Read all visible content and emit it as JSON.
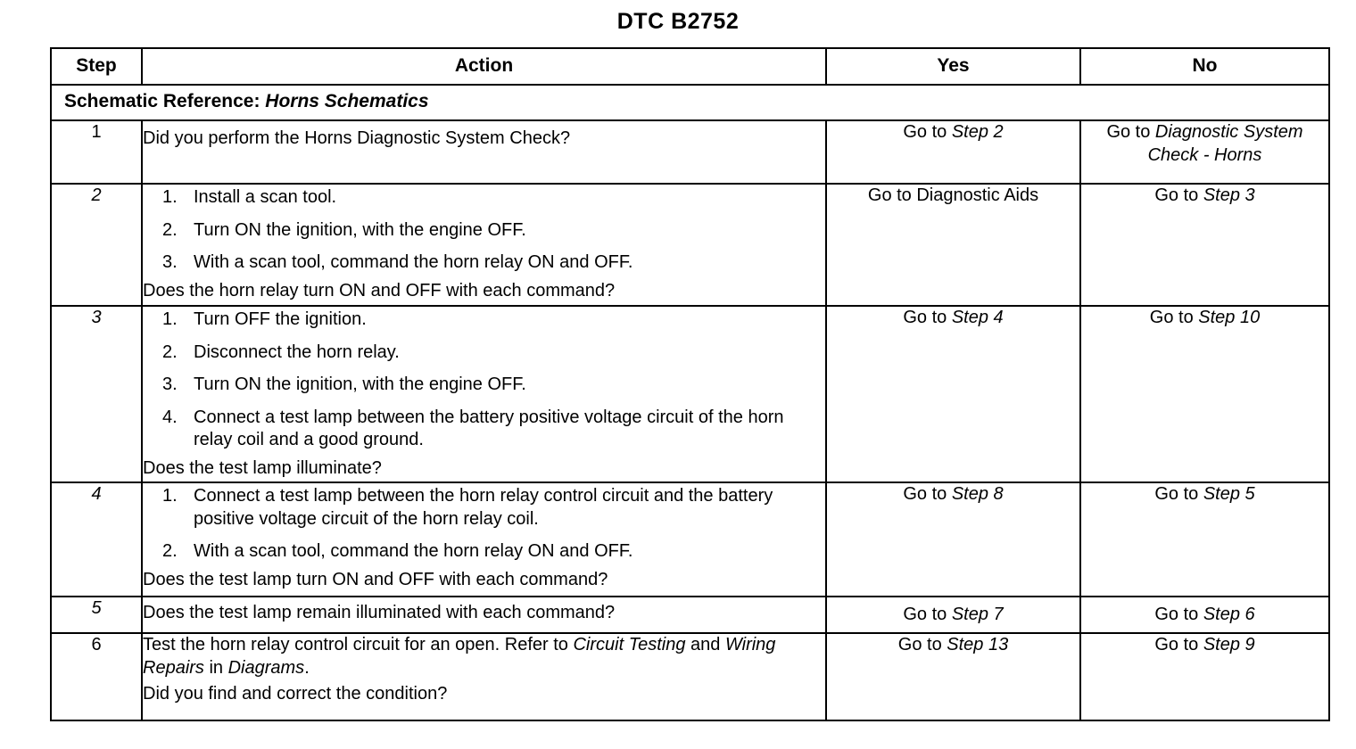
{
  "document": {
    "title": "DTC B2752"
  },
  "table": {
    "columns": [
      {
        "key": "step",
        "label": "Step"
      },
      {
        "key": "action",
        "label": "Action"
      },
      {
        "key": "yes",
        "label": "Yes"
      },
      {
        "key": "no",
        "label": "No"
      }
    ],
    "schematic_reference": {
      "label": "Schematic Reference:",
      "value": "Horns Schematics"
    },
    "rows": [
      {
        "step": "1",
        "step_italic": false,
        "lead": "Did you perform the Horns Diagnostic System Check?",
        "substeps": [],
        "closing": "",
        "yes": {
          "prefix": "Go to ",
          "ref": "Step 2"
        },
        "no": {
          "prefix": "Go to ",
          "ref": "Diagnostic System Check - Horns"
        }
      },
      {
        "step": "2",
        "step_italic": true,
        "lead": "",
        "substeps": [
          {
            "num": "1.",
            "text": "Install a scan tool."
          },
          {
            "num": "2.",
            "text": "Turn ON the ignition, with the engine OFF."
          },
          {
            "num": "3.",
            "text": "With a scan tool, command the horn relay ON and OFF."
          }
        ],
        "closing": "Does the horn relay turn ON and OFF with each command?",
        "yes": {
          "prefix": "Go to Diagnostic Aids",
          "ref": ""
        },
        "no": {
          "prefix": "Go to ",
          "ref": "Step 3"
        }
      },
      {
        "step": "3",
        "step_italic": true,
        "lead": "",
        "substeps": [
          {
            "num": "1.",
            "text": "Turn OFF the ignition."
          },
          {
            "num": "2.",
            "text": "Disconnect the horn relay."
          },
          {
            "num": "3.",
            "text": "Turn ON the ignition, with the engine OFF."
          },
          {
            "num": "4.",
            "text": "Connect a test lamp between the battery positive voltage circuit of the horn relay coil and a good ground."
          }
        ],
        "closing": "Does the test lamp illuminate?",
        "yes": {
          "prefix": "Go to ",
          "ref": "Step 4"
        },
        "no": {
          "prefix": "Go to ",
          "ref": "Step 10"
        }
      },
      {
        "step": "4",
        "step_italic": true,
        "lead": "",
        "substeps": [
          {
            "num": "1.",
            "text": "Connect a test lamp between the horn relay control circuit and the battery positive voltage circuit of the horn relay coil."
          },
          {
            "num": "2.",
            "text": "With a scan tool, command the horn relay ON and OFF."
          }
        ],
        "closing": "Does the test lamp turn ON and OFF with each command?",
        "yes": {
          "prefix": "Go to ",
          "ref": "Step 8"
        },
        "no": {
          "prefix": "Go to ",
          "ref": "Step 5"
        }
      },
      {
        "step": "5",
        "step_italic": true,
        "lead": "Does the test lamp remain illuminated with each command?",
        "substeps": [],
        "closing": "",
        "yes": {
          "prefix": "Go to ",
          "ref": "Step 7"
        },
        "no": {
          "prefix": "Go to ",
          "ref": "Step 6"
        }
      },
      {
        "step": "6",
        "step_italic": false,
        "lead": "",
        "substeps": [],
        "closing": "Did you find and correct the condition?",
        "yes": {
          "prefix": "Go to ",
          "ref": "Step 13"
        },
        "no": {
          "prefix": "Go to ",
          "ref": "Step 9"
        }
      }
    ],
    "row6_action": {
      "part1": "Test the horn relay control circuit for an open. Refer to ",
      "ref1": "Circuit Testing",
      "part2": " and ",
      "ref2": "Wiring Repairs",
      "part3": " in ",
      "ref3": "Diagrams",
      "part4": "."
    }
  }
}
